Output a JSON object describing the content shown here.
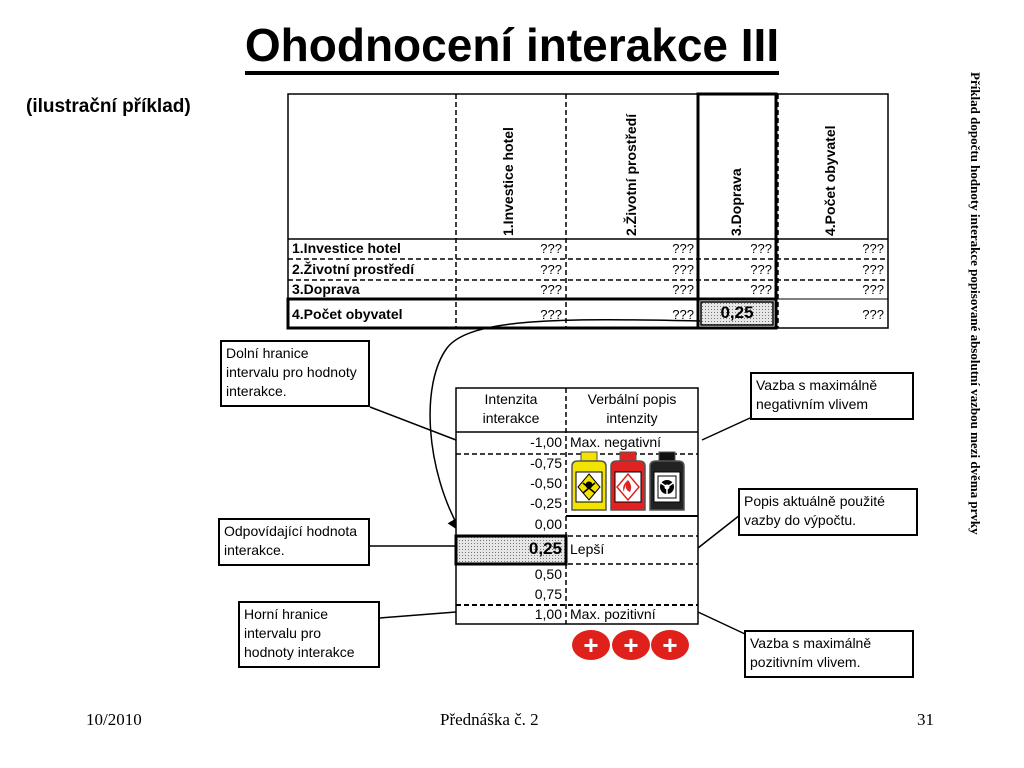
{
  "slide": {
    "title": "Ohodnocení interakce III",
    "subtitle": "(ilustrační příklad)",
    "side_caption": "Příklad dopočtu hodnoty interakce popisované absolutní vazbou mezi dvěma prvky"
  },
  "matrix": {
    "col_headers": [
      "1.Investice hotel",
      "2.Životní prostředí",
      "3.Doprava",
      "4.Počet obyvatel"
    ],
    "rows": [
      {
        "label": "1.Investice hotel",
        "cells": [
          "???",
          "???",
          "???",
          "???"
        ]
      },
      {
        "label": "2.Životní prostředí",
        "cells": [
          "???",
          "???",
          "???",
          "???"
        ]
      },
      {
        "label": "3.Doprava",
        "cells": [
          "???",
          "???",
          "???",
          "???"
        ]
      },
      {
        "label": "4.Počet obyvatel",
        "cells": [
          "???",
          "???",
          "0,25",
          "???"
        ]
      }
    ]
  },
  "scale": {
    "header_intensity": "Intenzita interakce",
    "header_verbal": "Verbální popis intenzity",
    "values": [
      "-1,00",
      "-0,75",
      "-0,50",
      "-0,25",
      "0,00",
      "0,25",
      "0,50",
      "0,75",
      "1,00"
    ],
    "label_max_negative": "Max. negativní",
    "label_better": "Lepší",
    "label_max_positive": "Max. pozitivní"
  },
  "callouts": {
    "lower_bound": "Dolní hranice intervalu pro hodnoty interakce.",
    "max_negative": "Vazba s maximálně negativním vlivem",
    "current_description": "Popis aktuálně použité vazby do výpočtu.",
    "corresponding_value": "Odpovídající hodnota interakce.",
    "upper_bound": "Horní hranice intervalu pro hodnoty interakce",
    "max_positive": "Vazba s maximálně pozitivním vlivem."
  },
  "plus_icons": [
    "+",
    "+",
    "+"
  ],
  "icons": [
    "toxic-bottle-icon",
    "flammable-bottle-icon",
    "radioactive-bottle-icon"
  ],
  "colors": {
    "plus_red": "#e0201a",
    "highlight_gray": "#c8c8c8",
    "toxic_yellow": "#f2e300",
    "flame_red": "#e02222"
  },
  "footer": {
    "date": "10/2010",
    "lecture": "Přednáška č. 2",
    "page": "31"
  }
}
